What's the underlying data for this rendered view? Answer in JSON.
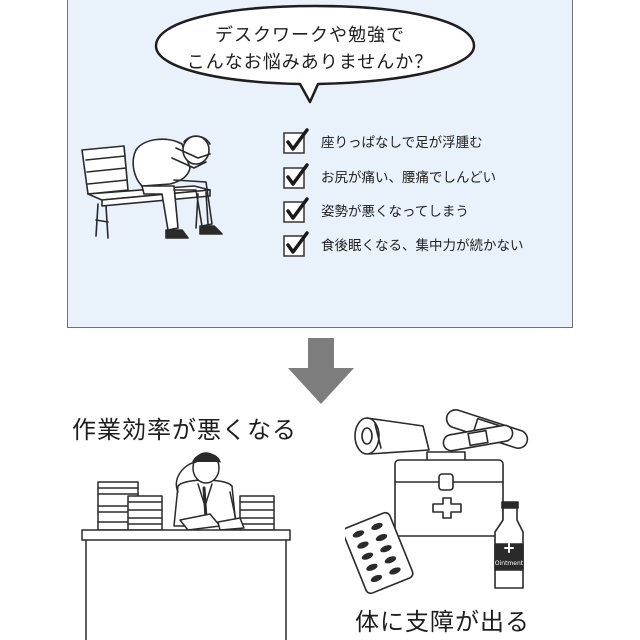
{
  "speech_bubble": {
    "line1": "デスクワークや勉強で",
    "line2": "こんなお悩みありませんか？"
  },
  "checklist": [
    {
      "label": "座りっぱなしで足が浮腫む"
    },
    {
      "label": "お尻が痛い、腰痛でしんどい"
    },
    {
      "label": "姿勢が悪くなってしまう"
    },
    {
      "label": "食後眠くなる、集中力が続かない"
    }
  ],
  "arrow_icon": "down-arrow-icon",
  "result_left": {
    "heading": "作業効率が悪くなる"
  },
  "result_right": {
    "heading": "体に支障が出る",
    "ointment_label": "Ointment"
  },
  "colors": {
    "panel_bg": "#e9f1fa",
    "panel_border": "#6f7378",
    "arrow": "#7d7d7d",
    "line_art": "#2a2a2a"
  }
}
